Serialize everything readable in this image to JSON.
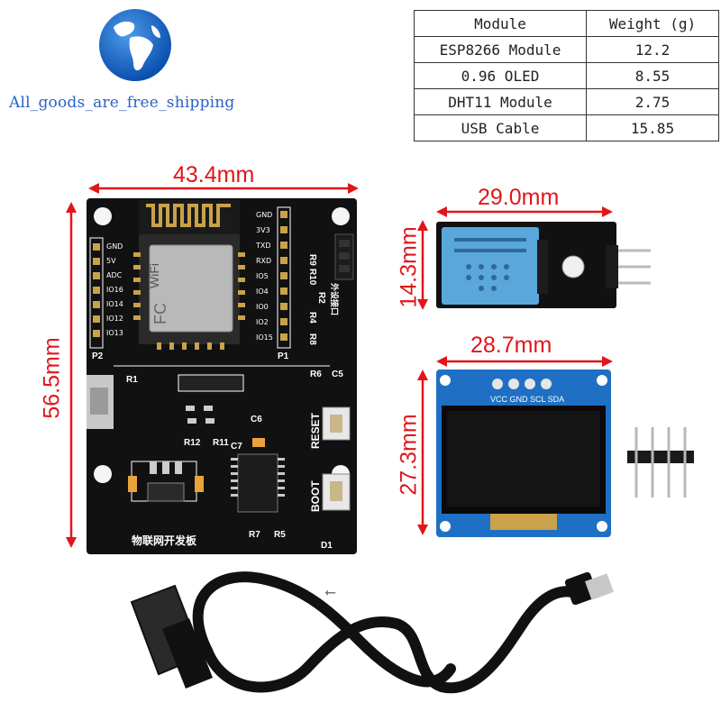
{
  "brand": {
    "tagline": "All_goods_are_free_shipping",
    "logo_icon": "globe-icon"
  },
  "weight_table": {
    "headers": [
      "Module",
      "Weight (g)"
    ],
    "rows": [
      [
        "ESP8266 Module",
        "12.2"
      ],
      [
        "0.96 OLED",
        "8.55"
      ],
      [
        "DHT11 Module",
        "2.75"
      ],
      [
        "USB Cable",
        "15.85"
      ]
    ]
  },
  "dimensions": {
    "board_width": "43.4mm",
    "board_height": "56.5mm",
    "dht_width": "29.0mm",
    "dht_height": "14.3mm",
    "oled_width": "28.7mm",
    "oled_height": "27.3mm"
  },
  "board": {
    "left_header_pins": [
      "GND",
      "5V",
      "ADC",
      "IO16",
      "IO14",
      "IO12",
      "IO13"
    ],
    "right_header_pins": [
      "GND",
      "3V3",
      "TXD",
      "RXD",
      "IO5",
      "IO4",
      "IO0",
      "IO2",
      "IO15"
    ],
    "labels": {
      "p1": "P1",
      "p2": "P2",
      "r1": "R1",
      "r2": "R2",
      "r4": "R4",
      "r5": "R5",
      "r6": "R6",
      "r7": "R7",
      "r8": "R8",
      "r9": "R9",
      "r10": "R10",
      "r11": "R11",
      "r12": "R12",
      "c5": "C5",
      "c6": "C6",
      "c7": "C7",
      "d1": "D1",
      "reset": "RESET",
      "boot": "BOOT",
      "bottom_title": "物联网开发板",
      "ext_port": "外设接口"
    }
  },
  "oled": {
    "pins_label": "VCC GND SCL SDA"
  },
  "colors": {
    "dimension_red": "#e0161c",
    "pcb_black": "#111111",
    "oled_blue": "#1f6fc4",
    "dht_blue": "#5aa7dc",
    "brand_blue": "#2a62c6"
  }
}
